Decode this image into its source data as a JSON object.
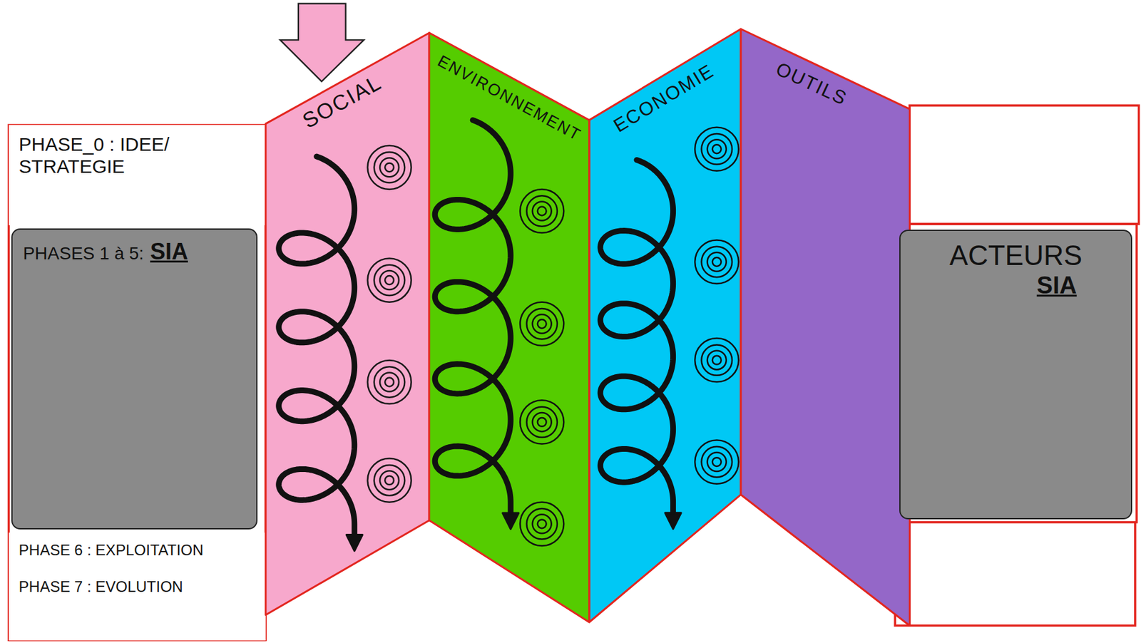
{
  "diagram": {
    "nodes": [
      {
        "text": [
          "PHASE_0 : IDEE/ STRATEGIE"
        ]
      },
      {
        "text": [
          "PHASES 1 à 5:",
          "SIA"
        ]
      },
      {
        "text": [
          "PHASE 6 : EXPLOITATION",
          "PHASE 7 : EVOLUTION"
        ]
      },
      {
        "text": [
          "SOCIAL"
        ]
      },
      {
        "text": [
          "ENVIRONNEMENT"
        ]
      },
      {
        "text": [
          "ECONOMIE"
        ]
      },
      {
        "text": [
          "OUTILS"
        ]
      },
      {
        "text": [
          "ACTEURS",
          "SIA"
        ]
      }
    ]
  }
}
